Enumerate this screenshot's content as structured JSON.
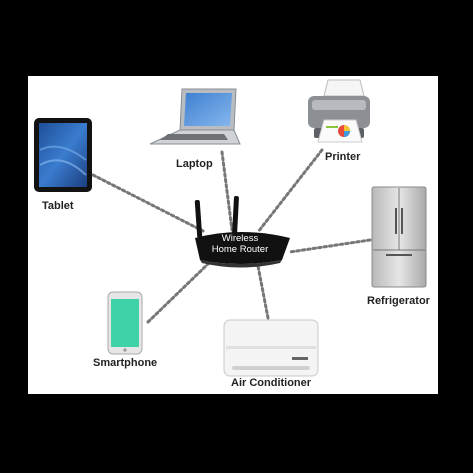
{
  "diagram": {
    "hub": {
      "label_line1": "Wireless",
      "label_line2": "Home Router",
      "icon": "router-icon"
    },
    "devices": [
      {
        "id": "laptop",
        "label": "Laptop",
        "icon": "laptop-icon"
      },
      {
        "id": "printer",
        "label": "Printer",
        "icon": "printer-icon"
      },
      {
        "id": "tablet",
        "label": "Tablet",
        "icon": "tablet-icon"
      },
      {
        "id": "refrigerator",
        "label": "Refrigerator",
        "icon": "refrigerator-icon"
      },
      {
        "id": "smartphone",
        "label": "Smartphone",
        "icon": "smartphone-icon"
      },
      {
        "id": "air-conditioner",
        "label": "Air Conditioner",
        "icon": "air-conditioner-icon"
      }
    ],
    "colors": {
      "background_frame": "#000000",
      "canvas": "#ffffff",
      "connector": "#777777",
      "router_body": "#111111",
      "tablet_screen": "#2a63b0",
      "phone_screen": "#3fd1a8"
    }
  }
}
